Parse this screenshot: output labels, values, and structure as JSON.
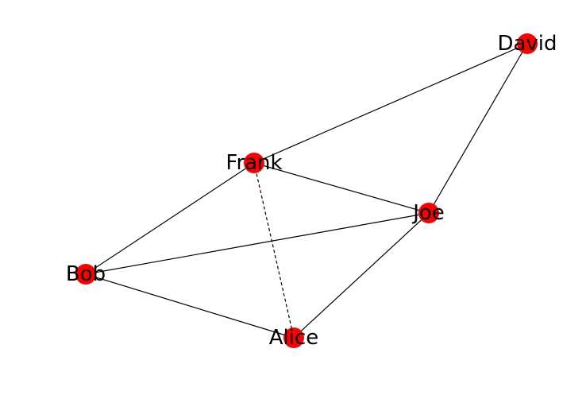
{
  "graph": {
    "node_color": "#ff0000",
    "edge_color": "#000000",
    "nodes": [
      {
        "id": "david",
        "label": "David"
      },
      {
        "id": "frank",
        "label": "Frank"
      },
      {
        "id": "joe",
        "label": "Joe"
      },
      {
        "id": "bob",
        "label": "Bob"
      },
      {
        "id": "alice",
        "label": "Alice"
      }
    ],
    "edges": [
      {
        "source": "frank",
        "target": "david",
        "style": "solid"
      },
      {
        "source": "david",
        "target": "joe",
        "style": "solid"
      },
      {
        "source": "frank",
        "target": "joe",
        "style": "solid"
      },
      {
        "source": "bob",
        "target": "frank",
        "style": "solid"
      },
      {
        "source": "bob",
        "target": "joe",
        "style": "solid"
      },
      {
        "source": "bob",
        "target": "alice",
        "style": "solid"
      },
      {
        "source": "alice",
        "target": "joe",
        "style": "solid"
      },
      {
        "source": "frank",
        "target": "alice",
        "style": "dashed"
      }
    ]
  }
}
